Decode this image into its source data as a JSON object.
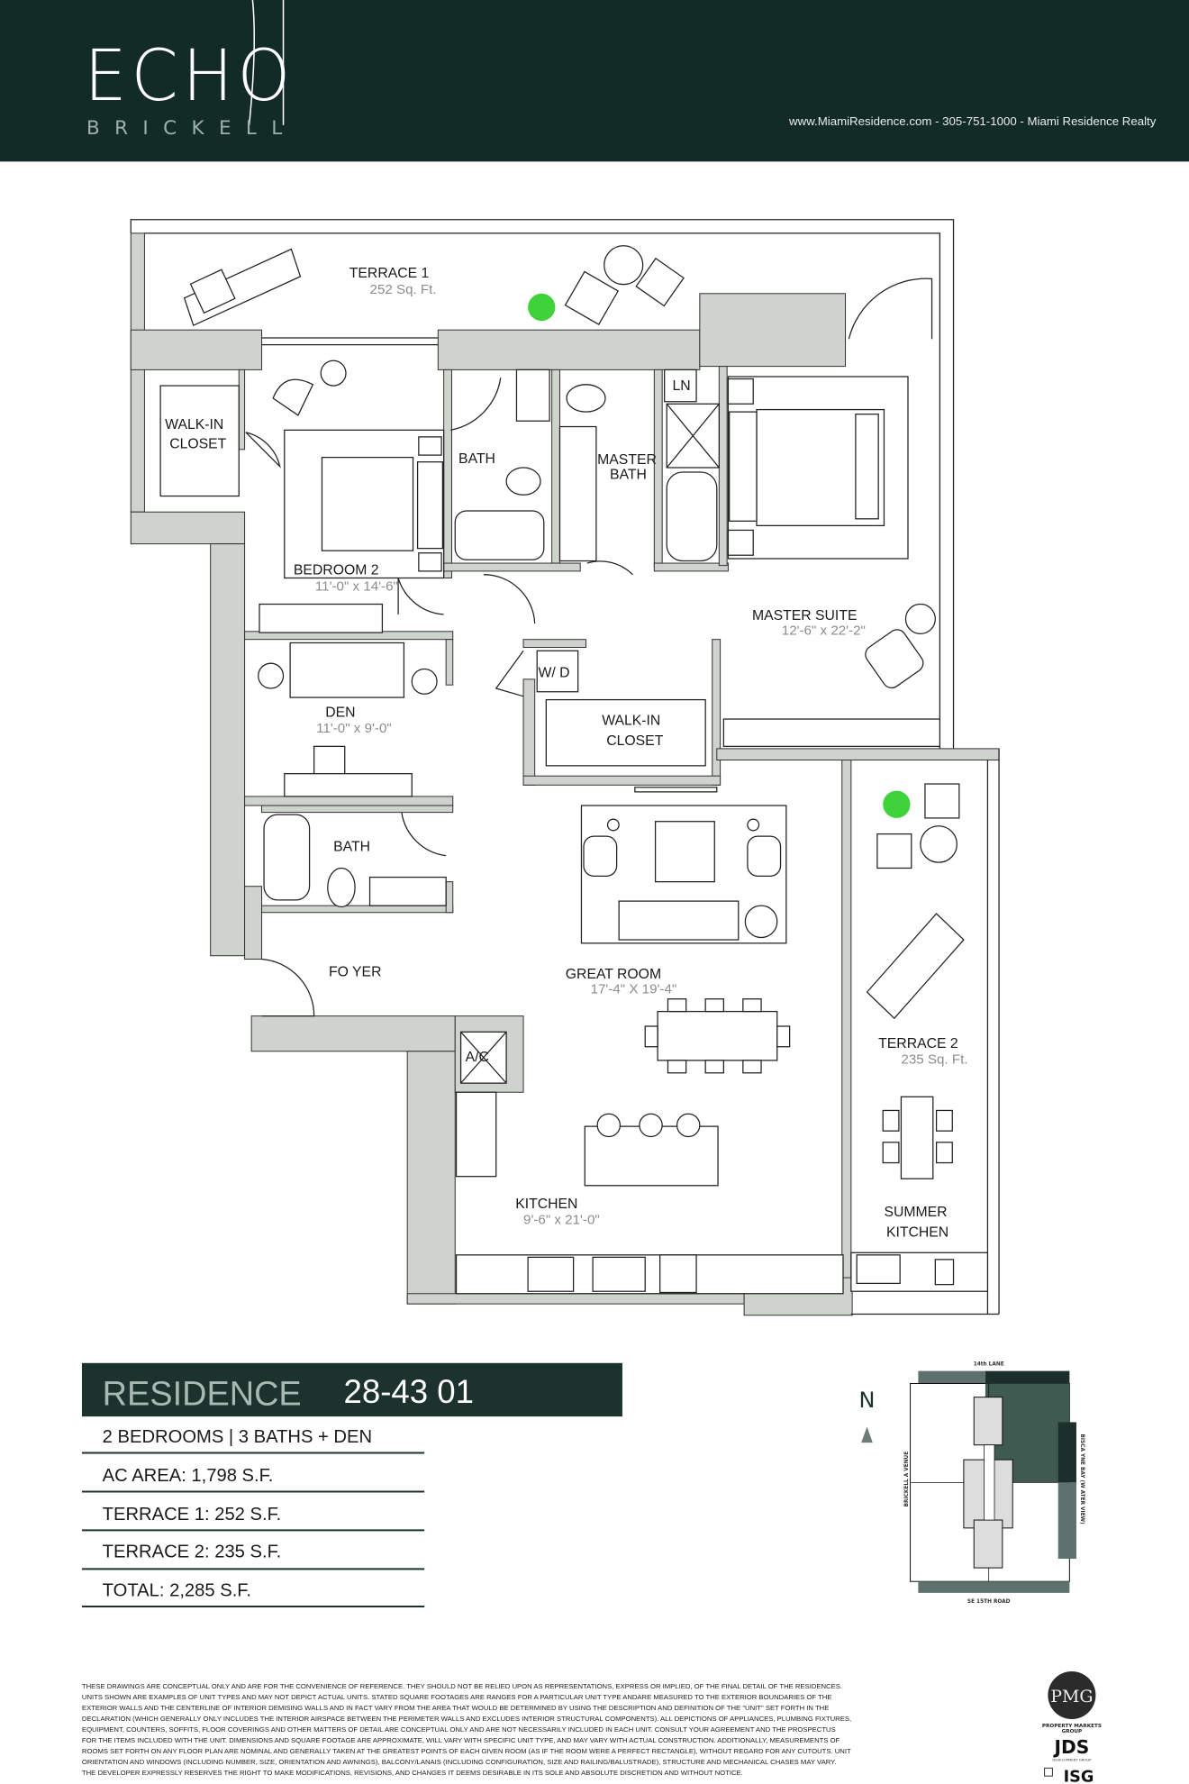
{
  "header": {
    "logo_main": "ECHO",
    "logo_sub": "BRICKELL",
    "contact": "www.MiamiResidence.com  -  305-751-1000  -  Miami Residence Realty",
    "background_color": "#132b27"
  },
  "floorplan": {
    "rooms": {
      "terrace1": {
        "name": "TERRACE 1",
        "size": "252 Sq. Ft."
      },
      "walkin_closet_1": {
        "line1": "WALK-IN",
        "line2": "CLOSET"
      },
      "bath_1": {
        "name": "BATH"
      },
      "master_bath": {
        "line1": "MASTER",
        "line2": "BATH"
      },
      "linen": {
        "name": "LN"
      },
      "bedroom2": {
        "name": "BEDROOM 2",
        "size": "11'-0\" x 14'-6\""
      },
      "master_suite": {
        "name": "MASTER SUITE",
        "size": "12'-6\" x 22'-2\""
      },
      "den": {
        "name": "DEN",
        "size": "11'-0\" x 9'-0\""
      },
      "washer_dryer": {
        "name": "W/ D"
      },
      "walkin_closet_2": {
        "line1": "WALK-IN",
        "line2": "CLOSET"
      },
      "bath_2": {
        "name": "BATH"
      },
      "foyer": {
        "name": "FO YER"
      },
      "great_room": {
        "name": "GREAT ROOM",
        "size": "17'-4\" X 19'-4\""
      },
      "ac": {
        "name": "A/C"
      },
      "terrace2": {
        "name": "TERRACE 2",
        "size": "235 Sq. Ft."
      },
      "kitchen": {
        "name": "KITCHEN",
        "size": "9'-6\" x 21'-0\""
      },
      "summer_kitchen": {
        "line1": "SUMMER",
        "line2": "KITCHEN"
      }
    },
    "wall_color": "#cfd3ce",
    "plant_color": "#3fd23a"
  },
  "residence": {
    "label": "RESIDENCE",
    "number": "28-43 01",
    "details": [
      "2 BEDROOMS | 3 BATHS + DEN",
      "AC AREA: 1,798 S.F.",
      "TERRACE 1: 252 S.F.",
      "TERRACE 2: 235 S.F.",
      "TOTAL: 2,285 S.F."
    ]
  },
  "site_plan": {
    "north": "N",
    "street_north": "14th LANE",
    "street_south": "SE 15TH ROAD",
    "street_west": "BRICKELL A VENUE",
    "street_east": "BISCA YNE BAY (W ATER VIEW)",
    "highlight_color": "#3f5a51"
  },
  "disclaimer": [
    "THESE DRAWINGS ARE CONCEPTUAL ONLY AND ARE FOR THE CONVENIENCE OF REFERENCE. THEY SHOULD NOT BE RELIED UPON AS REPRESENTATIONS, EXPRESS OR IMPLIED, OF THE FINAL DETAIL OF THE RESIDENCES.",
    "UNITS SHOWN ARE EXAMPLES OF UNIT TYPES AND MAY NOT DEPICT ACTUAL UNITS. STATED SQUARE FOOTAGES ARE RANGES FOR A PARTICULAR UNIT TYPE ANDARE MEASURED TO THE EXTERIOR BOUNDARIES OF THE",
    "EXTERIOR WALLS AND THE CENTERLINE OF INTERIOR DEMISING WALLS AND IN FACT VARY FROM THE AREA THAT WOULD BE DETERMINED BY USING THE DESCRIPTION AND DEFINITION OF THE \"UNIT\" SET FORTH IN THE",
    "DECLARATION (WHICH GENERALLY ONLY INCLUDES THE INTERIOR AIRSPACE BETWEEN THE PERIMETER WALLS AND EXCLUDES INTERIOR STRUCTURAL COMPONENTS). ALL DEPICTIONS OF APPLIANCES, PLUMBING FIXTURES,",
    "EQUIPMENT, COUNTERS, SOFFITS, FLOOR COVERINGS AND OTHER MATTERS OF DETAIL ARE CONCEPTUAL ONLY AND ARE NOT NECESSARILY INCLUDED IN EACH UNIT. CONSULT YOUR AGREEMENT AND THE PROSPECTUS",
    "FOR THE ITEMS INCLUDED WITH THE UNIT. DIMENSIONS AND SQUARE FOOTAGE ARE APPROXIMATE, WILL VARY WITH SPECIFIC UNIT TYPE, AND MAY VARY WITH ACTUAL CONSTRUCTION. ADDITIONALLY, MEASUREMENTS OF",
    "ROOMS SET FORTH ON ANY FLOOR PLAN ARE NOMINAL AND GENERALLY TAKEN AT THE GREATEST POINTS OF EACH GIVEN ROOM (AS IF THE ROOM WERE A PERFECT RECTANGLE), WITHOUT REGARD FOR ANY CUTOUTS. UNIT",
    "ORIENTATION AND WINDOWS (INCLUDING NUMBER, SIZE, ORIENTATION AND AWNINGS), BALCONY/LANAIS (INCLUDING CONFIGURATION, SIZE AND RAILING/BALUSTRADE), STRUCTURE AND MECHANICAL CHASES MAY VARY.",
    "THE DEVELOPER EXPRESSLY RESERVES THE RIGHT TO MAKE MODIFICATIONS, REVISIONS, AND CHANGES IT DEEMS DESIRABLE IN ITS SOLE AND ABSOLUTE DISCRETION AND WITHOUT NOTICE."
  ],
  "logos": {
    "pmg_monogram": "PMG",
    "pmg_name_line1": "PROPERTY MARKETS",
    "pmg_name_line2": "GROUP",
    "jds": "JDS",
    "jds_sub": "DEVELOPMENT GROUP",
    "isg": "ISG"
  }
}
